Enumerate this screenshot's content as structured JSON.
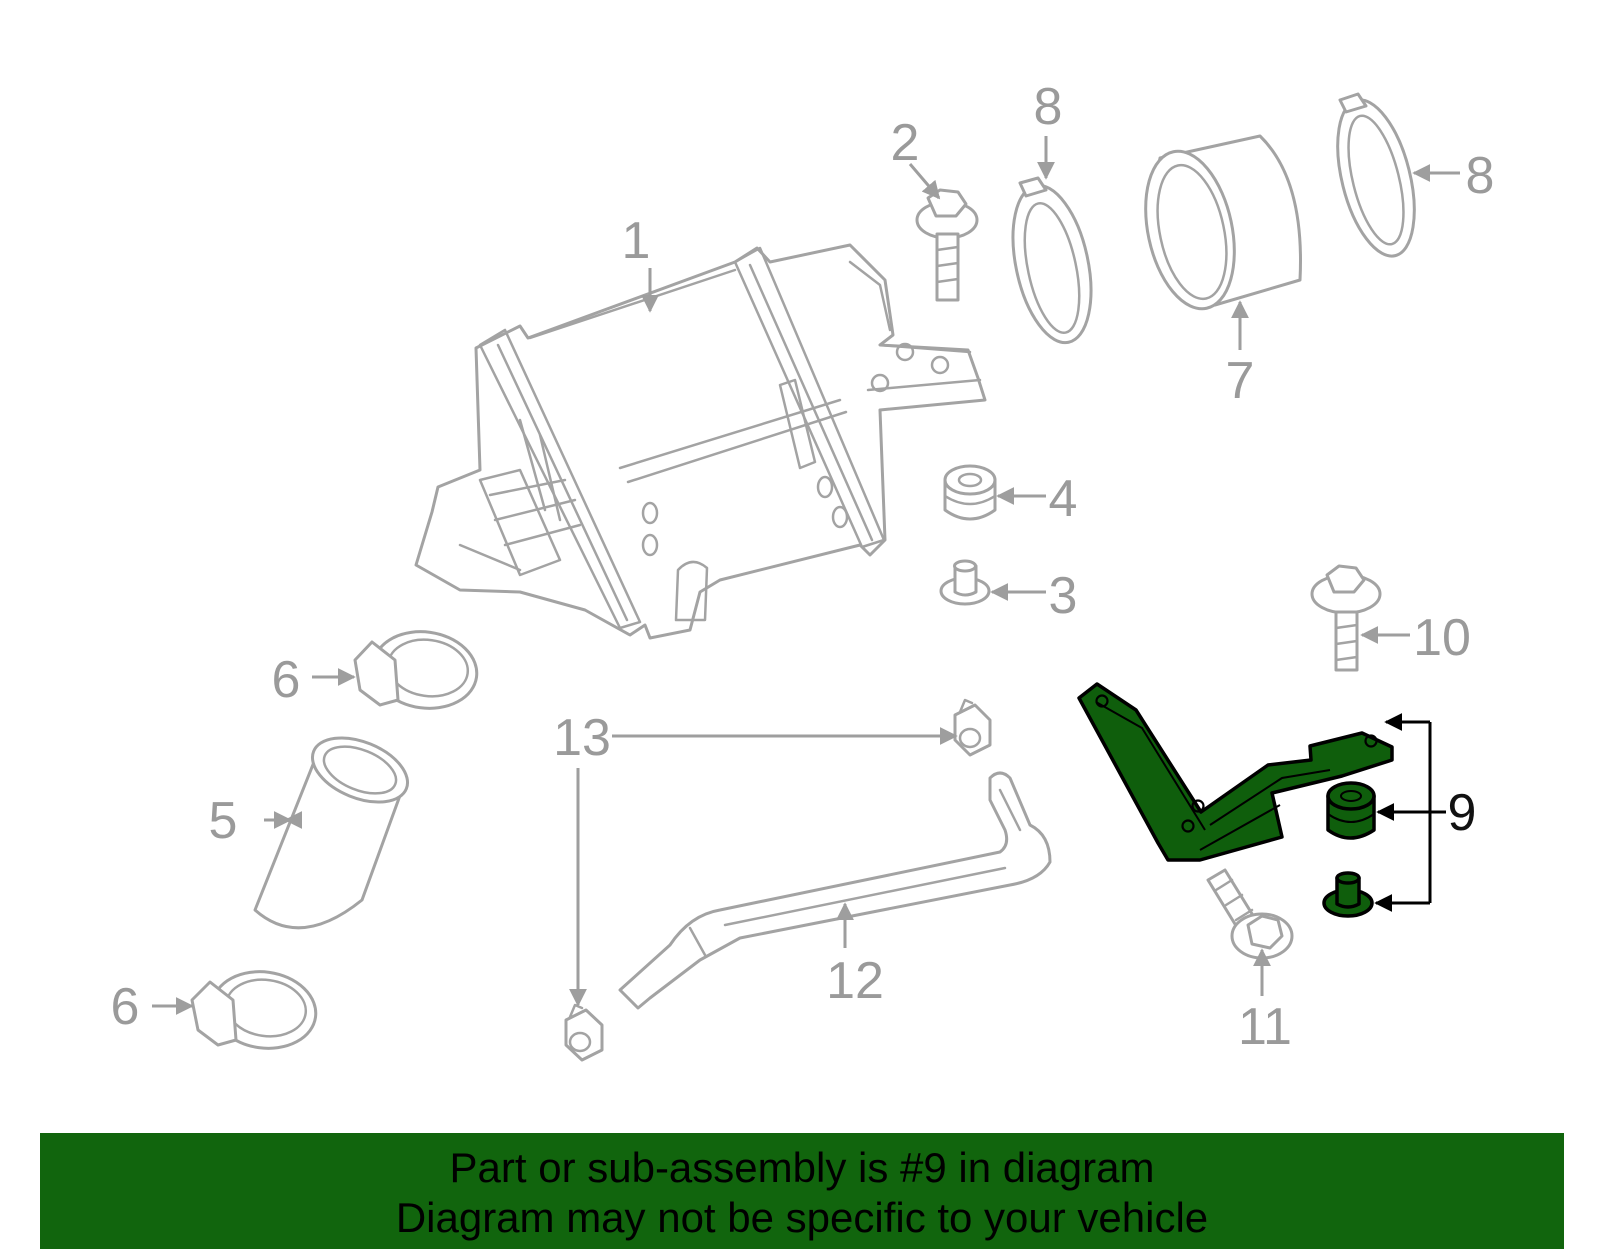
{
  "colors": {
    "highlight": "#0f5e0c",
    "banner_bg": "#11650d",
    "line_art": "#a3a3a3",
    "callout_text": "#9a9a9a"
  },
  "callouts": [
    {
      "id": "1",
      "text": "1"
    },
    {
      "id": "2",
      "text": "2"
    },
    {
      "id": "3",
      "text": "3"
    },
    {
      "id": "4",
      "text": "4"
    },
    {
      "id": "5",
      "text": "5"
    },
    {
      "id": "6a",
      "text": "6"
    },
    {
      "id": "6b",
      "text": "6"
    },
    {
      "id": "7",
      "text": "7"
    },
    {
      "id": "8a",
      "text": "8"
    },
    {
      "id": "8b",
      "text": "8"
    },
    {
      "id": "9",
      "text": "9"
    },
    {
      "id": "10",
      "text": "10"
    },
    {
      "id": "11",
      "text": "11"
    },
    {
      "id": "12",
      "text": "12"
    },
    {
      "id": "13",
      "text": "13"
    }
  ],
  "highlighted_part": "9",
  "banner": {
    "line1": "Part or sub-assembly is #9 in diagram",
    "line2": "Diagram may not be specific to your vehicle"
  }
}
